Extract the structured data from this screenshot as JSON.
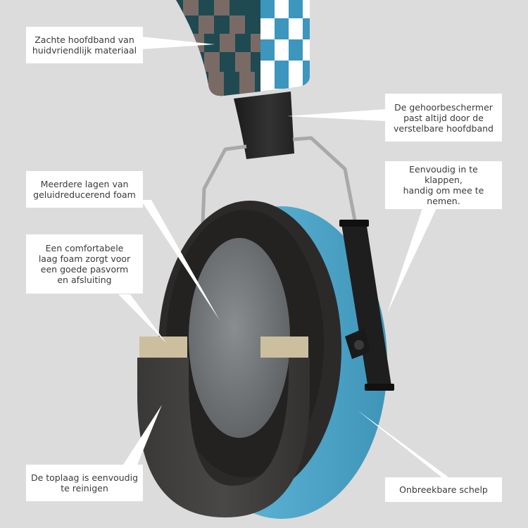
{
  "colors": {
    "background": "#dcdcdc",
    "callout_bg": "#ffffff",
    "callout_text": "#3a3a3a",
    "shell_blue": "#5bb1d3",
    "cushion_dark": "#3f3d3c",
    "rim_black": "#2b2a29",
    "foam_grey": "#7c7f82",
    "foam_layer_beige": "#c9bd9f",
    "headband_teal": "#1f4a52",
    "headband_taupe": "#7a6a66",
    "headband_blue": "#3c96bd",
    "headband_white": "#ffffff",
    "wire_grey": "#a7a9ab"
  },
  "callouts": {
    "headband_material": "Zachte hoofdband van\nhuidvriendlijk materiaal",
    "adjustable_headband": "De gehoorbeschermer\npast altijd door de\nverstelbare hoofdband",
    "foldable": "Eenvoudig in te klappen,\nhandig om mee te\nnemen.",
    "foam_layers": "Meerdere lagen van\ngeluidreducerend foam",
    "comfort_foam": "Een comfortabele\nlaag foam zorgt voor\neen goede pasvorm\nen afsluiting",
    "cleanable_top": "De toplaag is eenvoudig\nte reinigen",
    "unbreakable_shell": "Onbreekbare schelp"
  }
}
